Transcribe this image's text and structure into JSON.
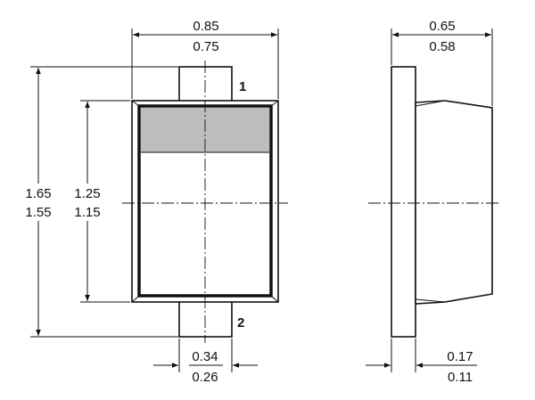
{
  "front_view": {
    "width": {
      "max": "0.85",
      "min": "0.75"
    },
    "overall_length": {
      "max": "1.65",
      "min": "1.55"
    },
    "body_length": {
      "max": "1.25",
      "min": "1.15"
    },
    "lead_width": {
      "max": "0.34",
      "min": "0.26"
    },
    "pin_labels": [
      "1",
      "2"
    ],
    "marking_band_color": "#bdbdbd"
  },
  "side_view": {
    "height": {
      "max": "0.65",
      "min": "0.58"
    },
    "lead_thickness": {
      "max": "0.17",
      "min": "0.11"
    }
  }
}
